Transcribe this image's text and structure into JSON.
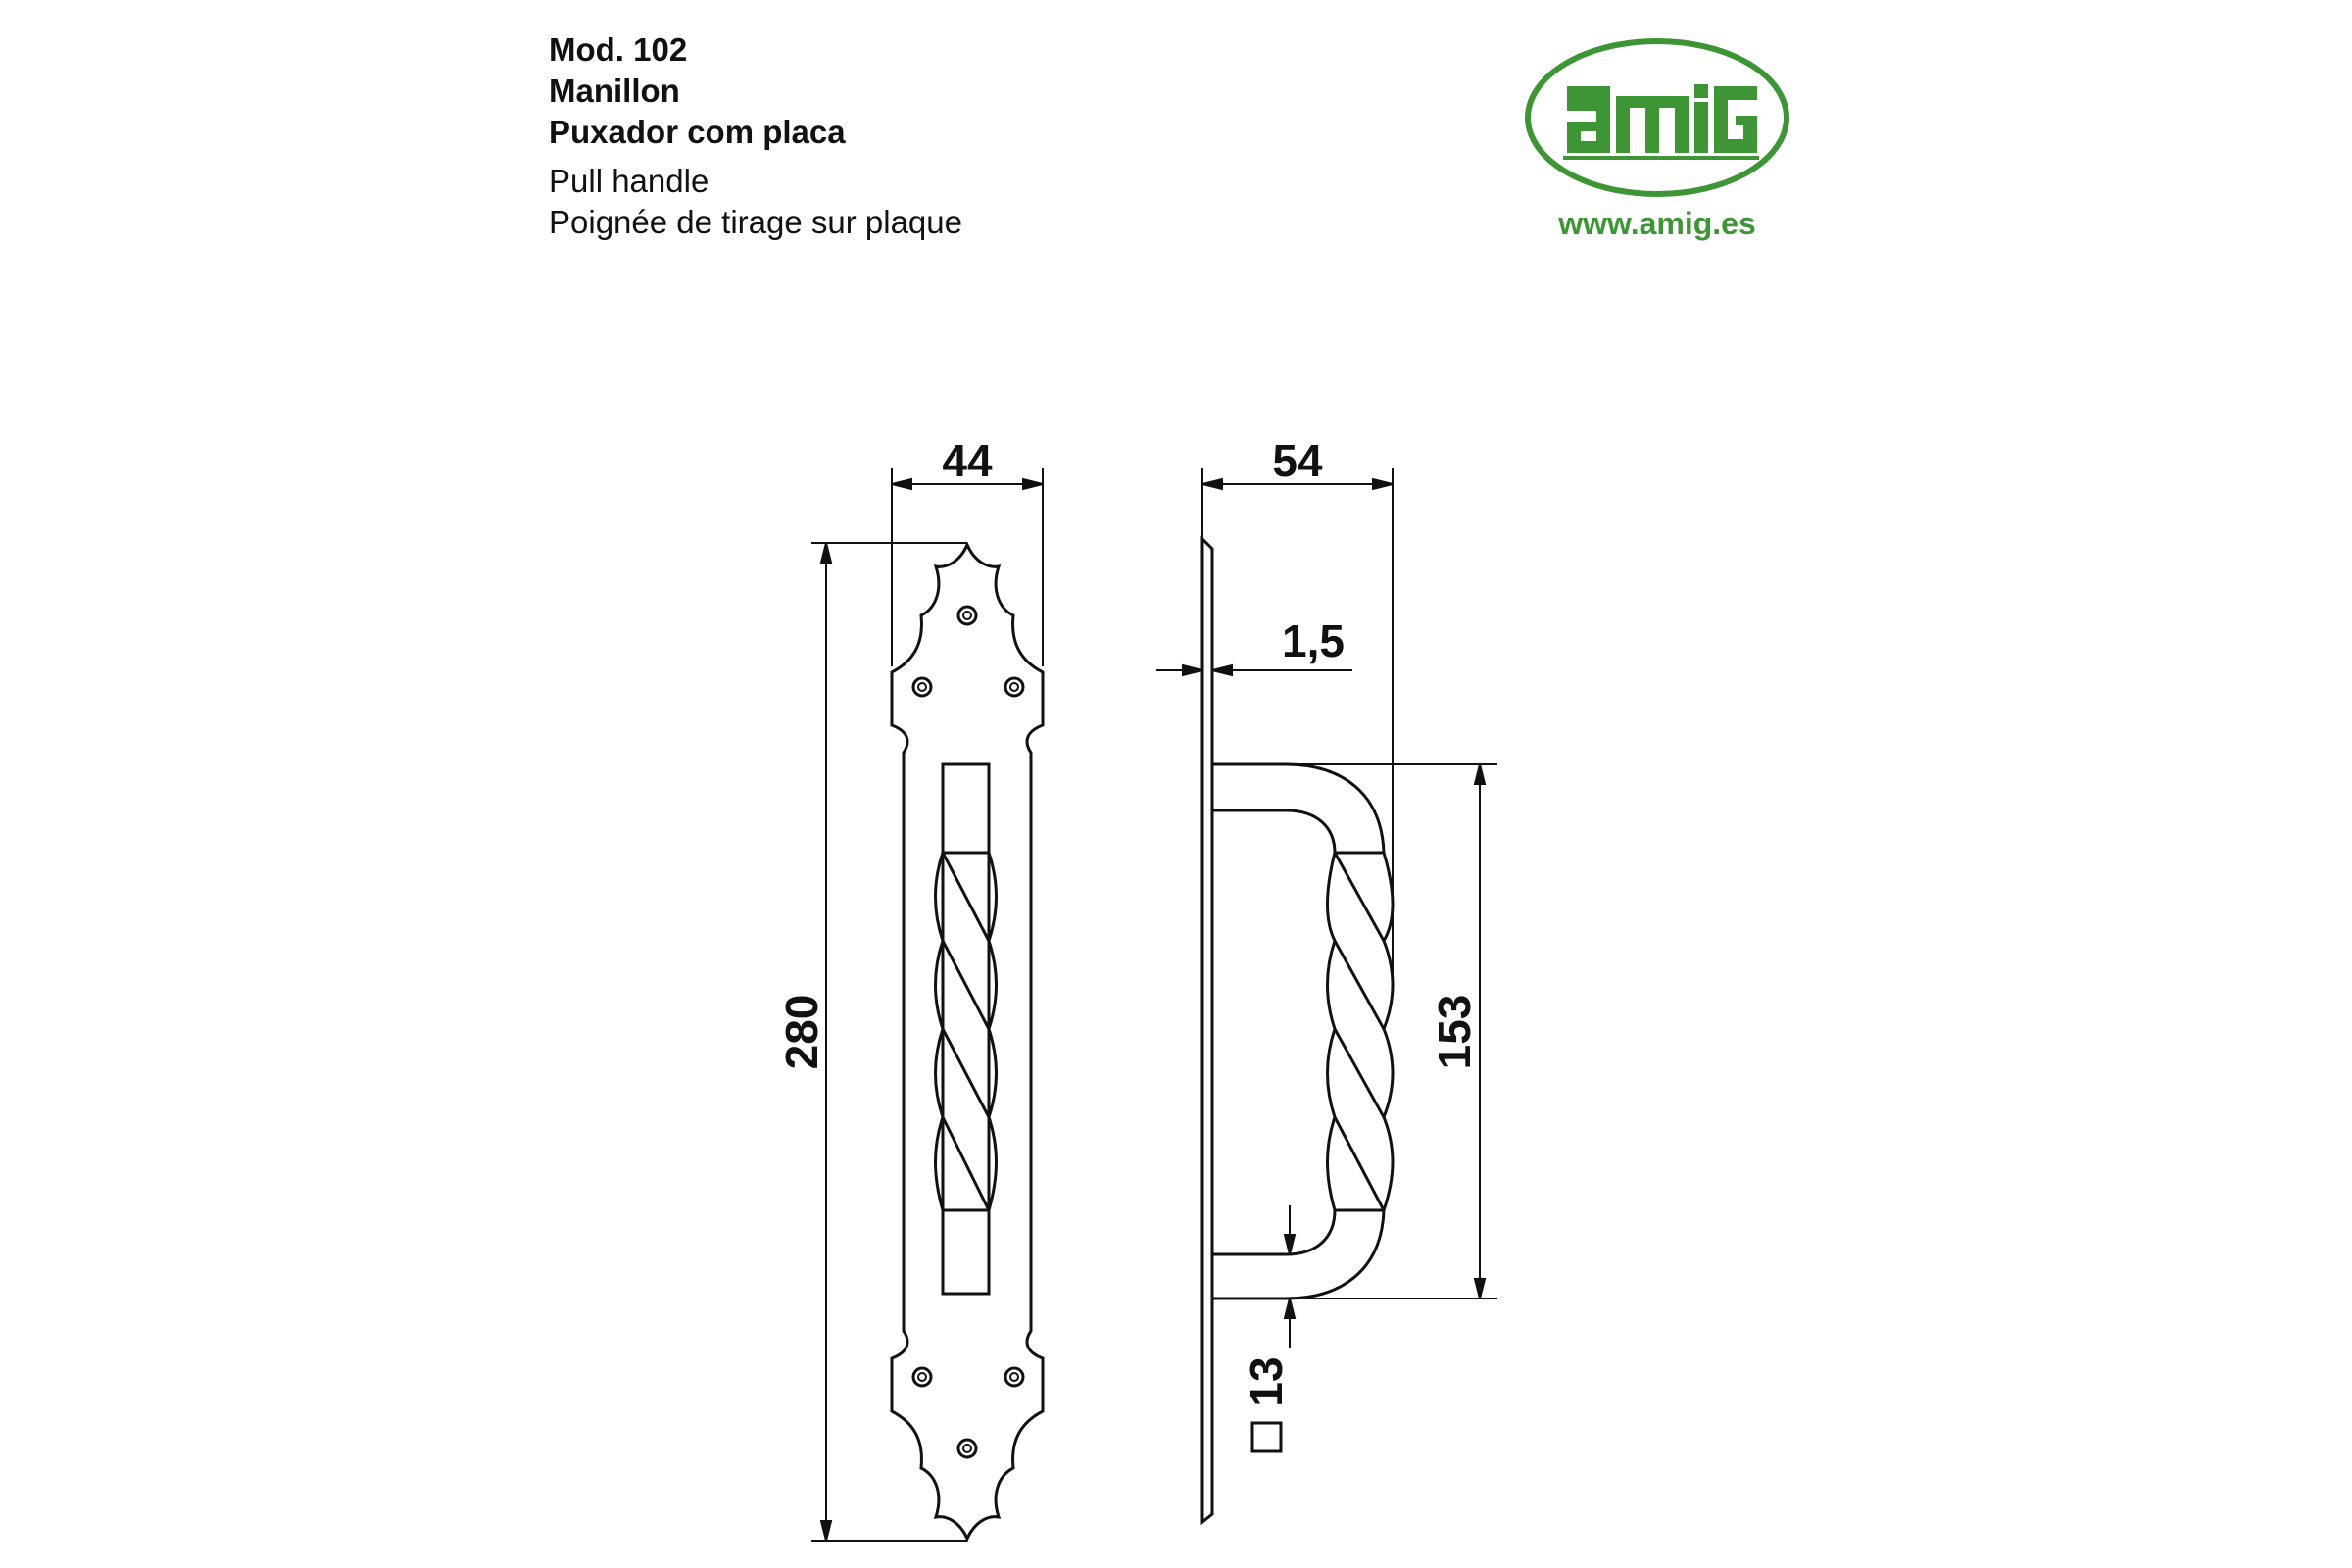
{
  "header": {
    "model": "Mod. 102",
    "name_es": "Manillon",
    "name_pt": "Puxador com placa",
    "name_en": "Pull handle",
    "name_fr": "Poignée de tirage sur plaque"
  },
  "brand": {
    "logo_text": "amig",
    "website": "www.amig.es",
    "color": "#3d9535"
  },
  "dimensions": {
    "plate_width": "44",
    "depth": "54",
    "plate_thickness": "1,5",
    "plate_height": "280",
    "handle_span": "153",
    "bar_section": "13"
  }
}
